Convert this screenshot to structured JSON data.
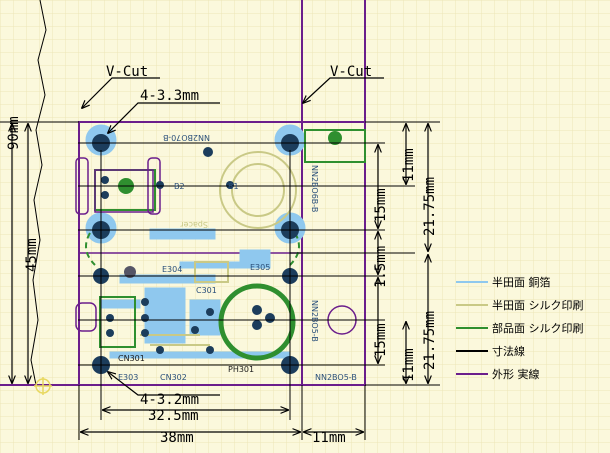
{
  "annotations": {
    "vcut_left": "V-Cut",
    "vcut_right": "V-Cut",
    "holes_top": "4-3.3mm",
    "holes_bottom": "4-3.2mm",
    "dim_left_outer": "90mm",
    "dim_left_inner": "45mm",
    "dim_bottom_inner": "32.5mm",
    "dim_bottom_outer": "38mm",
    "dim_bottom_side": "11mm",
    "dim_r_11_top": "11mm",
    "dim_r_15_top": "15mm",
    "dim_r_2175_top": "21.75mm",
    "dim_r_15_mid": "1.5mm",
    "dim_r_15_bot": "15mm",
    "dim_r_2175_bot": "21.75mm",
    "dim_r_11_bot": "11mm"
  },
  "silkscreen": {
    "board_name_top": "NN2BO70-B",
    "b2": "B2",
    "b1": "B1",
    "spacer": "Spacer",
    "e304": "E304",
    "e305": "E305",
    "cn301": "CN301",
    "cn302": "CN302",
    "e303": "E303",
    "ph301": "PH301",
    "c301": "C301",
    "board_name_right": "NN2BO6B-B",
    "board_name_right2": "NN2BO5-B",
    "board_name_bottom": "NN2BO5-B"
  },
  "legend": {
    "items": [
      {
        "label": "半田面 銅箔",
        "color": "#8fc8ee"
      },
      {
        "label": "半田面 シルク印刷",
        "color": "#c9c986"
      },
      {
        "label": "部品面 シルク印刷",
        "color": "#2f8f2f"
      },
      {
        "label": "寸法線",
        "color": "#000000"
      },
      {
        "label": "外形 実線",
        "color": "#6b1e8c"
      }
    ]
  },
  "colors": {
    "background": "#fbf8dc",
    "grid": "#ece6b8",
    "outline": "#6b1e8c",
    "copper": "#8fc8ee",
    "solder_silk": "#c9c986",
    "comp_silk": "#2f8f2f",
    "pad": "#1c3d5c"
  }
}
